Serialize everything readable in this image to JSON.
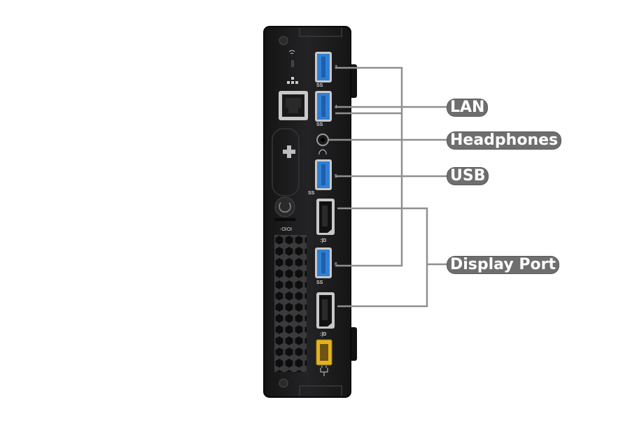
{
  "callouts": {
    "lan": "LAN",
    "headphones": "Headphones",
    "usb": "USB",
    "display_port": "Display Port"
  },
  "ports": {
    "usb_top": "3",
    "usb_second": "4",
    "usb_mid": "5",
    "usb_low": "6",
    "ss_label": "SS"
  },
  "colors": {
    "chassis": "#1c1c1e",
    "usb_blue": "#2f7fd6",
    "callout_bg": "#6e6e6e",
    "leader_line": "#8f8f8f",
    "power_yellow": "#e2b320"
  },
  "icons": [
    "wifi-antenna-icon",
    "network-icon",
    "headphone-icon",
    "cable-lock-icon",
    "power-button-icon",
    "displayport-icon",
    "power-plug-icon",
    "usb-icon"
  ]
}
